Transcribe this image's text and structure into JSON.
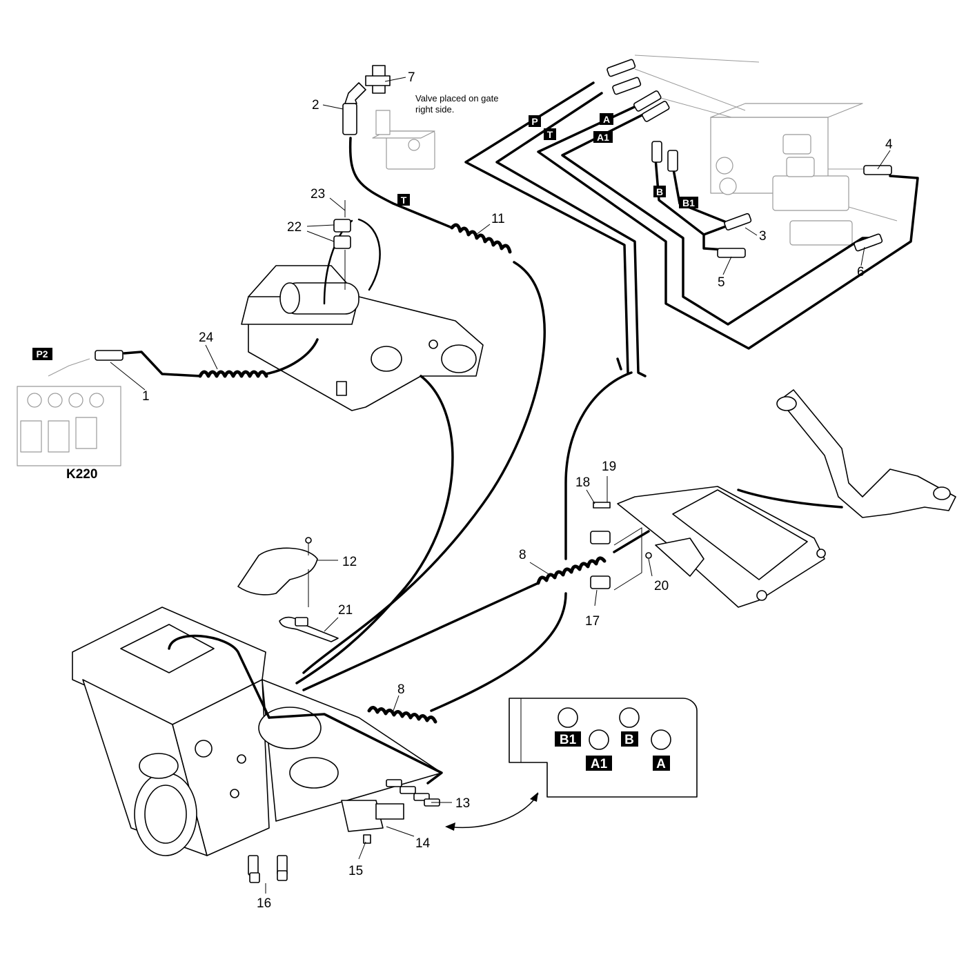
{
  "callouts": {
    "c1": "1",
    "c2": "2",
    "c3": "3",
    "c4": "4",
    "c5": "5",
    "c6": "6",
    "c7": "7",
    "c8a": "8",
    "c8b": "8",
    "c11": "11",
    "c12": "12",
    "c13": "13",
    "c14": "14",
    "c15": "15",
    "c16": "16",
    "c17": "17",
    "c18": "18",
    "c19": "19",
    "c20": "20",
    "c21": "21",
    "c22": "22",
    "c23": "23",
    "c24": "24"
  },
  "note": {
    "line1": "Valve placed on gate",
    "line2": "right side."
  },
  "valve_label": "K220",
  "port_badges": {
    "P": "P",
    "T_upper": "T",
    "T_hose": "T",
    "A": "A",
    "A1": "A1",
    "B": "B",
    "B1": "B1",
    "P2": "P2"
  },
  "port_plate": {
    "B1": "B1",
    "B": "B",
    "A1": "A1",
    "A": "A"
  }
}
